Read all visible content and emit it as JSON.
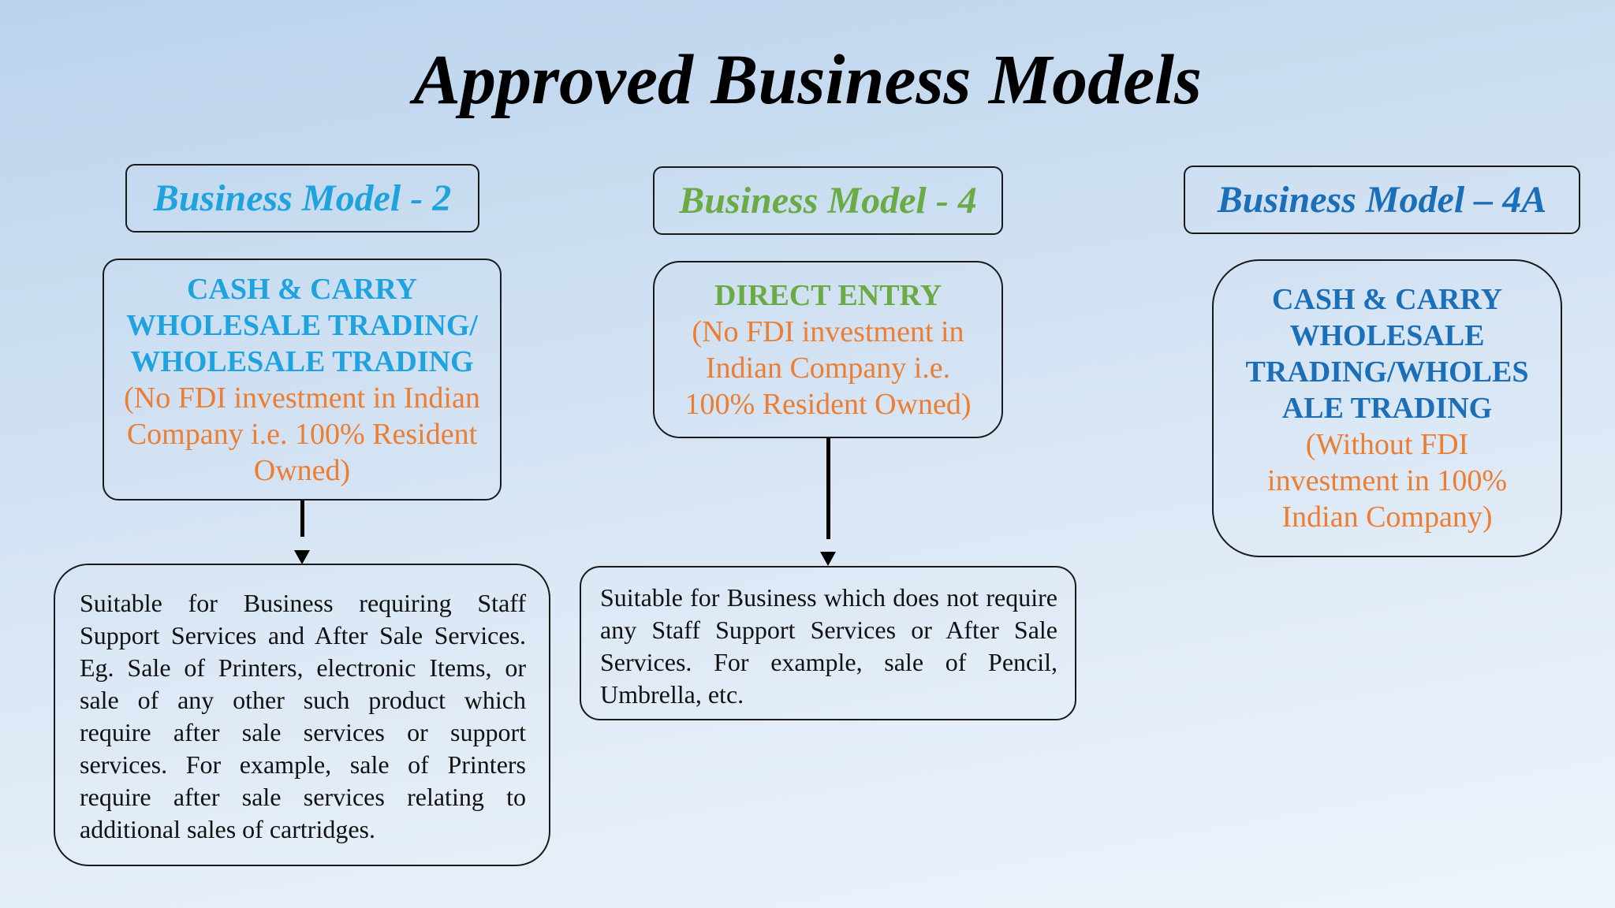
{
  "title": "Approved Business Models",
  "colors": {
    "model2": "#1fa3df",
    "model4": "#6aab45",
    "model4a": "#1b6fb8",
    "note": "#ec7d31"
  },
  "models": [
    {
      "header": "Business Model - 2",
      "title_lines": [
        "CASH & CARRY",
        "WHOLESALE TRADING/",
        "WHOLESALE TRADING"
      ],
      "note_lines": [
        "(No FDI investment in Indian",
        "Company i.e. 100% Resident",
        "Owned)"
      ],
      "description": "Suitable for Business requiring Staff Support Services and After Sale Services. Eg. Sale of Printers, electronic Items, or sale of any other such product which require after sale services or support services. For example, sale of Printers require after sale services relating to additional sales of cartridges."
    },
    {
      "header": "Business Model - 4",
      "title_lines": [
        "DIRECT ENTRY"
      ],
      "note_lines": [
        "(No FDI investment in",
        "Indian Company i.e.",
        "100% Resident Owned)"
      ],
      "description": "Suitable for Business which does not require any Staff Support Services or After Sale Services. For example, sale of Pencil, Umbrella, etc."
    },
    {
      "header": "Business Model – 4A",
      "title_lines": [
        "CASH & CARRY",
        "WHOLESALE",
        "TRADING/WHOLES",
        "ALE TRADING"
      ],
      "note_lines": [
        "(Without FDI",
        "investment in 100%",
        "Indian Company)"
      ]
    }
  ]
}
